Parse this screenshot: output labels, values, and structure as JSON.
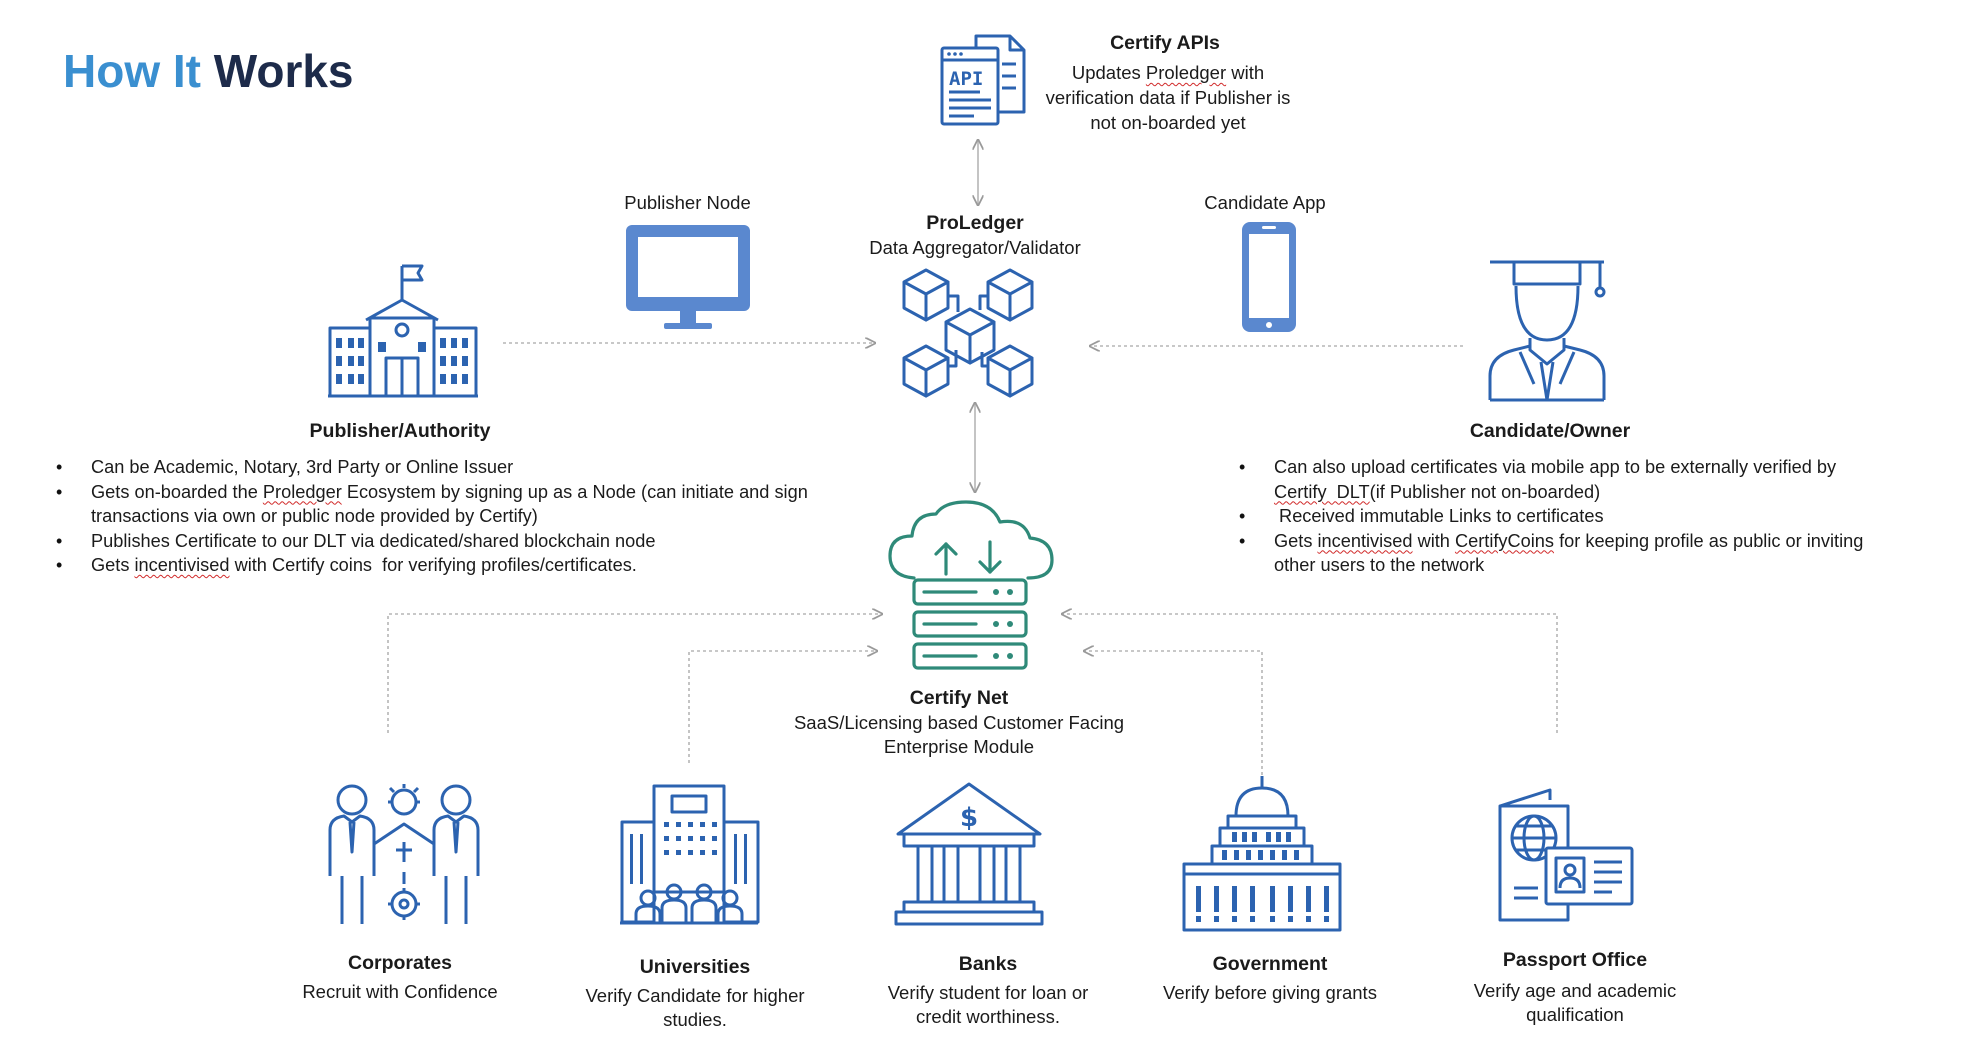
{
  "title": {
    "part1": "How It",
    "part2": "Works"
  },
  "certify_apis": {
    "icon_text": "API",
    "title": "Certify APIs",
    "line1": "Updates Proledger with",
    "line2": "verification data if Publisher is",
    "line3": "not on-boarded yet"
  },
  "proledger": {
    "title": "ProLedger",
    "subtitle": "Data Aggregator/Validator"
  },
  "publisher_node": {
    "label": "Publisher Node"
  },
  "candidate_app": {
    "label": "Candidate App"
  },
  "publisher": {
    "title": "Publisher/Authority",
    "bullets": [
      {
        "lines": [
          "Can be Academic, Notary, 3rd Party or Online Issuer"
        ]
      },
      {
        "lines": [
          "Gets on-boarded the Proledger Ecosystem by signing up as a Node (can initiate and sign",
          "transactions via own or public node provided by Certify)"
        ]
      },
      {
        "lines": [
          "Publishes Certificate to our DLT via dedicated/shared blockchain node"
        ]
      },
      {
        "lines": [
          "Gets incentivised with Certify coins  for verifying profiles/certificates."
        ]
      }
    ]
  },
  "candidate": {
    "title": "Candidate/Owner",
    "bullets": [
      {
        "lines": [
          "Can also upload certificates via mobile app to be externally verified by",
          "Certify  DLT(if Publisher not on-boarded)"
        ]
      },
      {
        "lines": [
          " Received immutable Links to certificates"
        ]
      },
      {
        "lines": [
          "Gets incentivised with CertifyCoins for keeping profile as public or inviting",
          "other users to the network"
        ]
      }
    ]
  },
  "certify_net": {
    "title": "Certify Net",
    "line1": "SaaS/Licensing based Customer Facing",
    "line2": "Enterprise Module"
  },
  "consumers": [
    {
      "name": "Corporates",
      "desc": [
        "Recruit with Confidence"
      ]
    },
    {
      "name": "Universities",
      "desc": [
        "Verify Candidate for higher",
        "studies."
      ]
    },
    {
      "name": "Banks",
      "desc": [
        "Verify student for loan or",
        "credit worthiness."
      ]
    },
    {
      "name": "Government",
      "desc": [
        "Verify before giving grants"
      ]
    },
    {
      "name": "Passport Office",
      "desc": [
        "Verify age and academic",
        "qualification"
      ]
    }
  ],
  "colors": {
    "icon_blue": "#2c63b0",
    "device_blue": "#5a88cf",
    "cloud_green": "#2f8a79",
    "title_blue": "#3a8fd0",
    "title_navy": "#1d2b4a",
    "connector_gray": "#b5b5b5"
  },
  "icons": [
    "api-document-icon",
    "building-icon",
    "monitor-icon",
    "blockchain-cubes-icon",
    "smartphone-icon",
    "graduate-icon",
    "cloud-server-icon",
    "corporate-people-icon",
    "university-crowd-icon",
    "bank-icon",
    "capitol-icon",
    "passport-icon"
  ]
}
